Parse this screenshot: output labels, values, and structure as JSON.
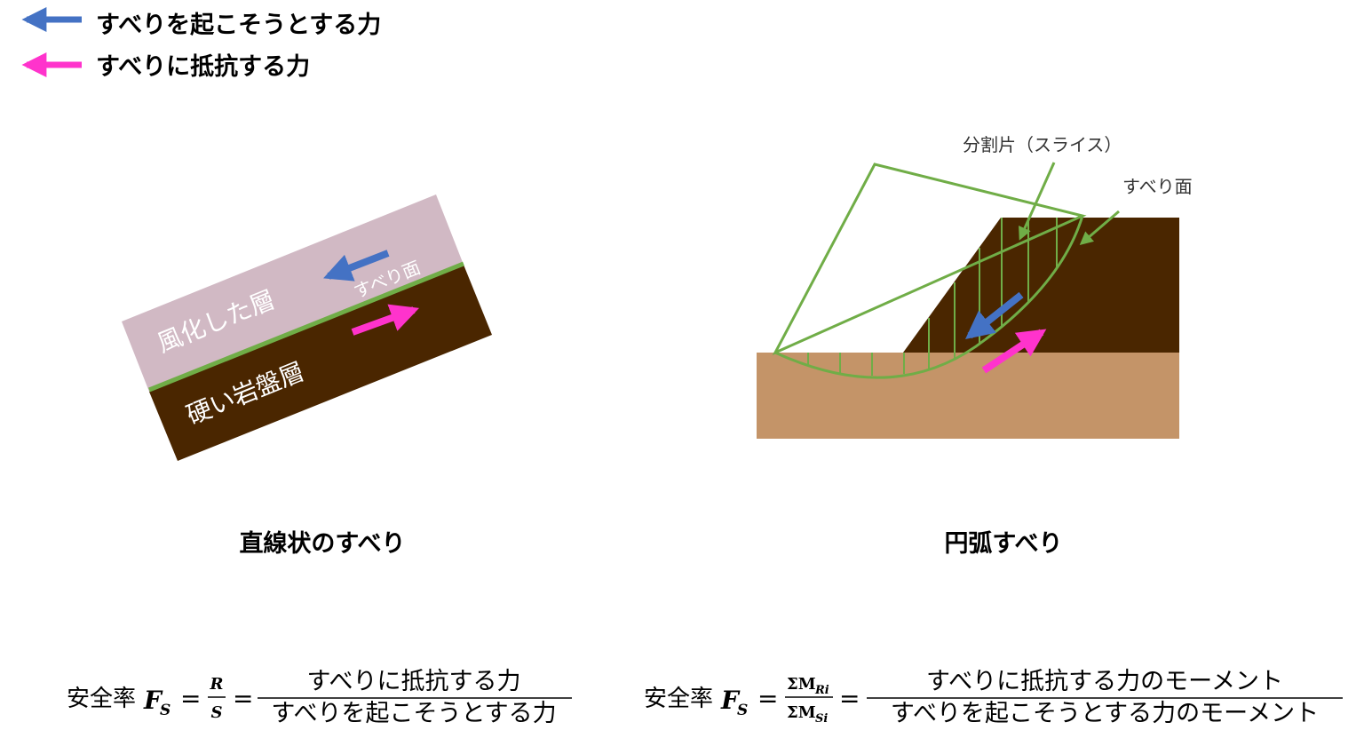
{
  "legend": [
    {
      "label": "すべりを起こそうとする力",
      "color": "#4472c4",
      "icon": "arrow-left-icon"
    },
    {
      "label": "すべりに抵抗する力",
      "color": "#ff33cc",
      "icon": "arrow-left-icon"
    }
  ],
  "planar": {
    "caption": "直線状のすべり",
    "weathered_label": "風化した層",
    "slip_label": "すべり面",
    "bedrock_label": "硬い岩盤層"
  },
  "circular": {
    "caption": "円弧すべり",
    "slice_label": "分割片（スライス）",
    "slip_label": "すべり面"
  },
  "formula_left": {
    "prefix": "安全率",
    "fs_main": "F",
    "fs_sub": "S",
    "eq1": "=",
    "ratio_num": "R",
    "ratio_den": "S",
    "eq2": "=",
    "numerator": "すべりに抵抗する力",
    "denominator": "すべりを起こそうとする力"
  },
  "formula_right": {
    "prefix": "安全率",
    "fs_main": "F",
    "fs_sub": "S",
    "eq1": "=",
    "num_main": "ΣM",
    "num_sub": "Ri",
    "den_main": "ΣM",
    "den_sub": "Si",
    "eq2": "=",
    "numerator": "すべりに抵抗する力のモーメント",
    "denominator": "すべりを起こそうとする力のモーメント"
  },
  "colors": {
    "driving_arrow": "#4472c4",
    "resisting_arrow": "#ff33cc",
    "weathered_layer": "#d1b9c4",
    "bedrock": "#4a2600",
    "ground": "#c49468",
    "slip_line": "#70ad47"
  }
}
